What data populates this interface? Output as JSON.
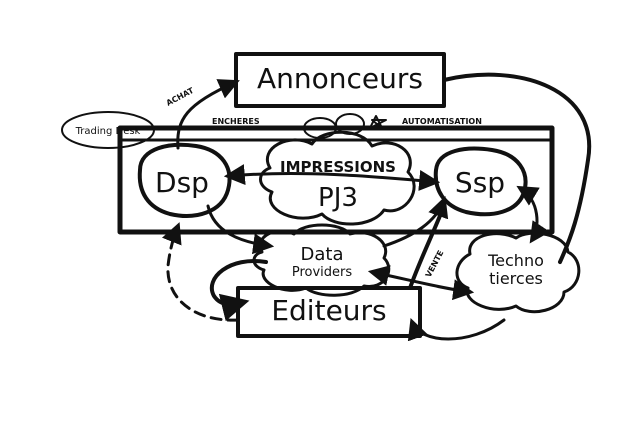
{
  "nodes": {
    "annonceurs": "Annonceurs",
    "trading_desk": "Trading Desk",
    "dsp": "Dsp",
    "ssp": "Ssp",
    "impressions": "IMPRESSIONS",
    "pj3": "PJ3",
    "data_line1": "Data",
    "data_line2": "Providers",
    "techno_line1": "Techno",
    "techno_line2": "tierces",
    "editeurs": "Editeurs"
  },
  "labels": {
    "achat": "ACHAT",
    "encheres": "ENCHERES",
    "automatisation": "AUTOMATISATION",
    "vente": "VENTE"
  },
  "colors": {
    "ink": "#111111",
    "background": "#ffffff"
  }
}
